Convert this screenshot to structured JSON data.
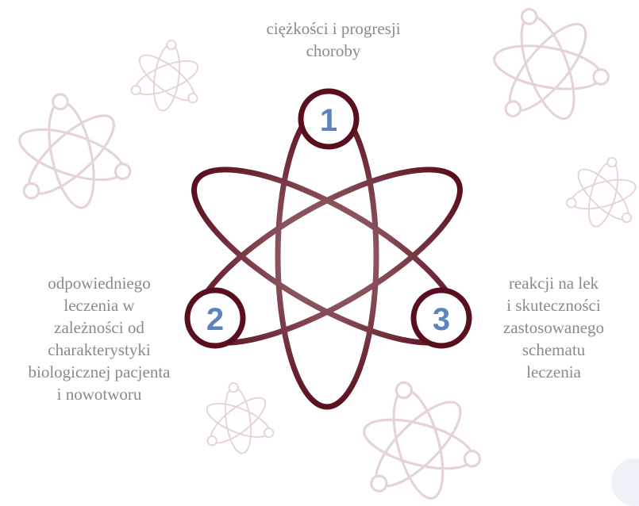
{
  "nodes": [
    {
      "number": "1",
      "lines": [
        "ciężkości i progresji",
        "choroby"
      ]
    },
    {
      "number": "2",
      "lines": [
        "odpowiedniego",
        "leczenia w",
        "zależności od",
        "charakterystyki",
        "biologicznej pacjenta",
        "i nowotworu"
      ]
    },
    {
      "number": "3",
      "lines": [
        "reakcji na lek",
        "i skuteczności",
        "zastosowanego",
        "schematu",
        "leczenia"
      ]
    }
  ],
  "colors": {
    "orbit": "#5a0f1e",
    "orbit_light": "#a3787c",
    "number": "#5b84bd",
    "text": "#8a8a8a",
    "bg_atom": "#ead9da"
  },
  "icons": [
    "atom-icon"
  ]
}
